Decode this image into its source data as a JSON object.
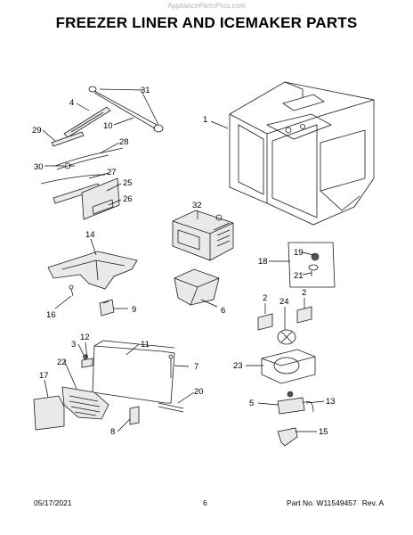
{
  "watermark": "AppliancePartsPros.com",
  "title": "FREEZER LINER AND ICEMAKER PARTS",
  "footer": {
    "date": "05/17/2021",
    "page": "6",
    "part_no": "Part No. W11549457",
    "rev": "Rev. A"
  },
  "callouts": {
    "c31": "31",
    "c4": "4",
    "c1": "1",
    "c10": "10",
    "c29": "29",
    "c28": "28",
    "c30": "30",
    "c27": "27",
    "c25": "25",
    "c26": "26",
    "c32": "32",
    "c14": "14",
    "c19": "19",
    "c18": "18",
    "c21": "21",
    "c16": "16",
    "c9": "9",
    "c6": "6",
    "c2a": "2",
    "c24": "24",
    "c2b": "2",
    "c3": "3",
    "c12": "12",
    "c11": "11",
    "c22": "22",
    "c7": "7",
    "c17": "17",
    "c23": "23",
    "c20": "20",
    "c5": "5",
    "c13": "13",
    "c8": "8",
    "c15": "15"
  },
  "icons": {
    "liner": "freezer-liner-icon",
    "icemaker": "icemaker-icon",
    "bin": "ice-bin-icon"
  }
}
